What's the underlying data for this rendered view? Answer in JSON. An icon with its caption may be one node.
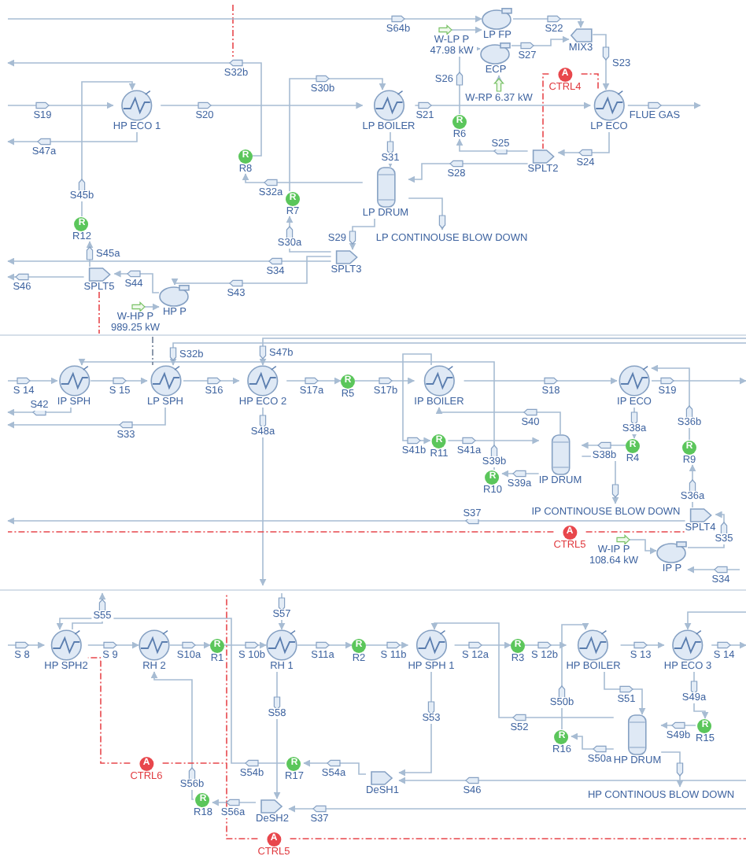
{
  "diagram": {
    "nodes": [
      {
        "text": [
          "LP FP"
        ]
      },
      {
        "text": [
          "MIX3"
        ]
      },
      {
        "text": [
          "ECP"
        ]
      },
      {
        "text": [
          "A"
        ],
        "beside": [
          "CTRL4"
        ]
      },
      {
        "text": [
          "HP ECO 1"
        ]
      },
      {
        "text": [
          "LP BOILER"
        ]
      },
      {
        "text": [
          "LP ECO"
        ]
      },
      {
        "text": [
          "R"
        ],
        "beside": [
          "R6"
        ]
      },
      {
        "text": [
          "SPLT2"
        ]
      },
      {
        "text": [
          "R"
        ],
        "beside": [
          "R8"
        ]
      },
      {
        "text": [
          "LP DRUM"
        ]
      },
      {
        "text": [
          "R"
        ],
        "beside": [
          "R7"
        ]
      },
      {
        "text": [
          "R"
        ],
        "beside": [
          "R12"
        ]
      },
      {
        "text": [
          "SPLT3"
        ]
      },
      {
        "text": [
          "SPLT5"
        ]
      },
      {
        "text": [
          "HP P"
        ]
      },
      {
        "text": [
          "IP SPH"
        ]
      },
      {
        "text": [
          "LP SPH"
        ]
      },
      {
        "text": [
          "HP ECO 2"
        ]
      },
      {
        "text": [
          "R"
        ],
        "beside": [
          "R5"
        ]
      },
      {
        "text": [
          "IP BOILER"
        ]
      },
      {
        "text": [
          "IP ECO"
        ]
      },
      {
        "text": [
          "R"
        ],
        "beside": [
          "R11"
        ]
      },
      {
        "text": [
          "IP DRUM"
        ]
      },
      {
        "text": [
          "R"
        ],
        "beside": [
          "R4"
        ]
      },
      {
        "text": [
          "R"
        ],
        "beside": [
          "R9"
        ]
      },
      {
        "text": [
          "R"
        ],
        "beside": [
          "R10"
        ]
      },
      {
        "text": [
          "SPLT4"
        ]
      },
      {
        "text": [
          "A"
        ],
        "beside": [
          "CTRL5"
        ]
      },
      {
        "text": [
          "IP P"
        ]
      },
      {
        "text": [
          "HP SPH2"
        ]
      },
      {
        "text": [
          "RH 2"
        ]
      },
      {
        "text": [
          "R"
        ],
        "beside": [
          "R1"
        ]
      },
      {
        "text": [
          "RH 1"
        ]
      },
      {
        "text": [
          "R"
        ],
        "beside": [
          "R2"
        ]
      },
      {
        "text": [
          "HP SPH 1"
        ]
      },
      {
        "text": [
          "R"
        ],
        "beside": [
          "R3"
        ]
      },
      {
        "text": [
          "HP BOILER"
        ]
      },
      {
        "text": [
          "HP ECO 3"
        ]
      },
      {
        "text": [
          "HP DRUM"
        ]
      },
      {
        "text": [
          "R"
        ],
        "beside": [
          "R15"
        ]
      },
      {
        "text": [
          "R"
        ],
        "beside": [
          "R16"
        ]
      },
      {
        "text": [
          "A"
        ],
        "beside": [
          "CTRL6"
        ]
      },
      {
        "text": [
          "R"
        ],
        "beside": [
          "R17"
        ]
      },
      {
        "text": [
          "DeSH1"
        ]
      },
      {
        "text": [
          "R"
        ],
        "beside": [
          "R18"
        ]
      },
      {
        "text": [
          "DeSH2"
        ]
      },
      {
        "text": [
          "A"
        ],
        "beside": [
          "CTRL5"
        ]
      }
    ],
    "edges": [
      {
        "from": null,
        "to": 0,
        "arrow": "to",
        "label": "S64b"
      },
      {
        "from": 0,
        "to": 1,
        "arrow": "to",
        "label": "S22"
      },
      {
        "from": 2,
        "to": 1,
        "arrow": "to",
        "label": "S27"
      },
      {
        "from": 1,
        "to": 6,
        "arrow": "to",
        "label": "S23"
      },
      {
        "from": null,
        "to": 0,
        "arrow": "to",
        "label": "W-LP P 47.98 kW"
      },
      {
        "from": null,
        "to": 2,
        "arrow": "to",
        "label": "W-RP 6.37 kW"
      },
      {
        "from": 3,
        "to": 8,
        "arrow": "none",
        "style": "dashed",
        "color": "#e8474c"
      },
      {
        "from": null,
        "to": 4,
        "arrow": "to",
        "label": "S19"
      },
      {
        "from": 4,
        "to": 5,
        "arrow": "to",
        "label": "S20"
      },
      {
        "from": 5,
        "to": 6,
        "arrow": "to",
        "label": "S21"
      },
      {
        "from": 6,
        "to": null,
        "arrow": "to",
        "label": "FLUE GAS"
      },
      {
        "from": 6,
        "to": 8,
        "arrow": "to",
        "label": "S24"
      },
      {
        "from": 8,
        "to": 7,
        "arrow": "to",
        "label": "S25"
      },
      {
        "from": 7,
        "to": 2,
        "arrow": "to",
        "label": "S26"
      },
      {
        "from": 8,
        "to": 10,
        "arrow": "to",
        "label": "S28"
      },
      {
        "from": 5,
        "to": 10,
        "arrow": "to",
        "label": "S31"
      },
      {
        "from": 10,
        "to": 9,
        "arrow": "to",
        "label": "S32a"
      },
      {
        "from": 9,
        "to": null,
        "arrow": "to",
        "label": "S32b"
      },
      {
        "from": 13,
        "to": 11,
        "arrow": "to",
        "label": "S30a"
      },
      {
        "from": 11,
        "to": 5,
        "arrow": "to",
        "label": "S30b"
      },
      {
        "from": 10,
        "to": 13,
        "arrow": "to",
        "label": "S29"
      },
      {
        "from": 10,
        "to": null,
        "arrow": "to",
        "label": "LP CONTINOUSE BLOW DOWN"
      },
      {
        "from": 13,
        "to": 15,
        "arrow": "to",
        "label": "S43"
      },
      {
        "from": 13,
        "to": null,
        "arrow": "to",
        "label": "S34"
      },
      {
        "from": null,
        "to": 15,
        "arrow": "to",
        "label": "W-HP P 989.25 kW"
      },
      {
        "from": 15,
        "to": 14,
        "arrow": "to",
        "label": "S44"
      },
      {
        "from": 14,
        "to": 12,
        "arrow": "to",
        "label": "S45a"
      },
      {
        "from": 12,
        "to": 4,
        "arrow": "to",
        "label": "S45b"
      },
      {
        "from": 14,
        "to": null,
        "arrow": "to",
        "label": "S46"
      },
      {
        "from": 4,
        "to": null,
        "arrow": "to",
        "label": "S47a"
      },
      {
        "from": null,
        "to": 16,
        "arrow": "to",
        "label": "S 14"
      },
      {
        "from": 16,
        "to": 17,
        "arrow": "to",
        "label": "S 15"
      },
      {
        "from": 17,
        "to": 18,
        "arrow": "to",
        "label": "S16"
      },
      {
        "from": 18,
        "to": 19,
        "arrow": "to",
        "label": "S17a"
      },
      {
        "from": 19,
        "to": 20,
        "arrow": "to",
        "label": "S17b"
      },
      {
        "from": 20,
        "to": 21,
        "arrow": "to",
        "label": "S18"
      },
      {
        "from": 21,
        "to": null,
        "arrow": "to",
        "label": "S19"
      },
      {
        "from": 16,
        "to": null,
        "arrow": "to",
        "label": "S42"
      },
      {
        "from": null,
        "to": 17,
        "arrow": "to",
        "label": "S32b"
      },
      {
        "from": 17,
        "to": null,
        "arrow": "to",
        "label": "S33"
      },
      {
        "from": null,
        "to": 18,
        "arrow": "to",
        "label": "S47b"
      },
      {
        "from": 18,
        "to": null,
        "arrow": "to",
        "label": "S48a"
      },
      {
        "from": 23,
        "to": 26,
        "arrow": "to",
        "label": "S39a"
      },
      {
        "from": 26,
        "to": 16,
        "arrow": "to",
        "label": "S39b"
      },
      {
        "from": 23,
        "to": 20,
        "arrow": "to",
        "label": "S40"
      },
      {
        "from": 20,
        "to": 22,
        "arrow": "to",
        "label": "S41b"
      },
      {
        "from": 22,
        "to": 23,
        "arrow": "to",
        "label": "S41a"
      },
      {
        "from": 21,
        "to": 24,
        "arrow": "to",
        "label": "S38a"
      },
      {
        "from": 24,
        "to": 23,
        "arrow": "to",
        "label": "S38b"
      },
      {
        "from": 27,
        "to": 25,
        "arrow": "to",
        "label": "S36a"
      },
      {
        "from": 25,
        "to": 21,
        "arrow": "to",
        "label": "S36b"
      },
      {
        "from": 23,
        "to": null,
        "arrow": "to",
        "label": "IP CONTINOUSE BLOW DOWN"
      },
      {
        "from": null,
        "to": 29,
        "arrow": "to",
        "label": "S34"
      },
      {
        "from": 29,
        "to": 27,
        "arrow": "to",
        "label": "S35"
      },
      {
        "from": 27,
        "to": null,
        "arrow": "to",
        "label": "S37"
      },
      {
        "from": null,
        "to": 29,
        "arrow": "to",
        "label": "W-IP P 108.64 kW"
      },
      {
        "from": 28,
        "to": 27,
        "arrow": "none",
        "style": "dashed",
        "color": "#e8474c"
      },
      {
        "from": null,
        "to": 30,
        "arrow": "to",
        "label": "S 8"
      },
      {
        "from": 30,
        "to": 31,
        "arrow": "to",
        "label": "S 9"
      },
      {
        "from": 31,
        "to": 32,
        "arrow": "to",
        "label": "S10a"
      },
      {
        "from": 32,
        "to": 33,
        "arrow": "to",
        "label": "S 10b"
      },
      {
        "from": 33,
        "to": 34,
        "arrow": "to",
        "label": "S11a"
      },
      {
        "from": 34,
        "to": 35,
        "arrow": "to",
        "label": "S 11b"
      },
      {
        "from": 35,
        "to": 36,
        "arrow": "to",
        "label": "S 12a"
      },
      {
        "from": 36,
        "to": 37,
        "arrow": "to",
        "label": "S 12b"
      },
      {
        "from": 37,
        "to": 38,
        "arrow": "to",
        "label": "S 13"
      },
      {
        "from": 38,
        "to": null,
        "arrow": "to",
        "label": "S 14"
      },
      {
        "from": 30,
        "to": null,
        "arrow": "to",
        "label": "S55"
      },
      {
        "from": null,
        "to": 33,
        "arrow": "to",
        "label": "S57"
      },
      {
        "from": null,
        "to": 38,
        "arrow": "to"
      },
      {
        "from": 38,
        "to": 40,
        "arrow": "to",
        "label": "S49a"
      },
      {
        "from": 40,
        "to": 39,
        "arrow": "to",
        "label": "S49b"
      },
      {
        "from": 37,
        "to": 39,
        "arrow": "to",
        "label": "S51"
      },
      {
        "from": 39,
        "to": 41,
        "arrow": "to",
        "label": "S50a"
      },
      {
        "from": 41,
        "to": 37,
        "arrow": "to",
        "label": "S50b"
      },
      {
        "from": 39,
        "to": 35,
        "arrow": "to",
        "label": "S52"
      },
      {
        "from": 35,
        "to": 44,
        "arrow": "to",
        "label": "S53"
      },
      {
        "from": null,
        "to": 44,
        "arrow": "to",
        "label": "S46"
      },
      {
        "from": 44,
        "to": 43,
        "arrow": "to",
        "label": "S54a"
      },
      {
        "from": 43,
        "to": 30,
        "arrow": "to",
        "label": "S54b"
      },
      {
        "from": 45,
        "to": 31,
        "arrow": "to",
        "label": "S56b"
      },
      {
        "from": 46,
        "to": 45,
        "arrow": "to",
        "label": "S56a"
      },
      {
        "from": 33,
        "to": 46,
        "arrow": "to",
        "label": "S58"
      },
      {
        "from": null,
        "to": 46,
        "arrow": "to",
        "label": "S37"
      },
      {
        "from": 39,
        "to": null,
        "arrow": "to",
        "label": "HP CONTINOUS BLOW DOWN"
      },
      {
        "from": 42,
        "to": 30,
        "arrow": "none",
        "style": "dashed",
        "color": "#e8474c"
      },
      {
        "from": 47,
        "to": null,
        "arrow": "none",
        "style": "dashed",
        "color": "#e8474c"
      },
      {
        "from": 3,
        "to": 6,
        "arrow": "none",
        "style": "dashed",
        "color": "#e8474c"
      },
      {
        "from": 28,
        "to": null,
        "arrow": "none",
        "style": "dashed",
        "color": "#e8474c"
      },
      {
        "from": 14,
        "to": null,
        "arrow": "none",
        "style": "dashed",
        "color": "#e8474c"
      },
      {
        "from": null,
        "to": 17,
        "arrow": "none",
        "style": "dashed",
        "color": "#6f7f96"
      },
      {
        "from": 42,
        "to": null,
        "arrow": "none",
        "style": "dashed",
        "color": "#e8474c"
      },
      {
        "from": 47,
        "to": null,
        "arrow": "none",
        "style": "dashed",
        "color": "#e8474c"
      }
    ]
  }
}
